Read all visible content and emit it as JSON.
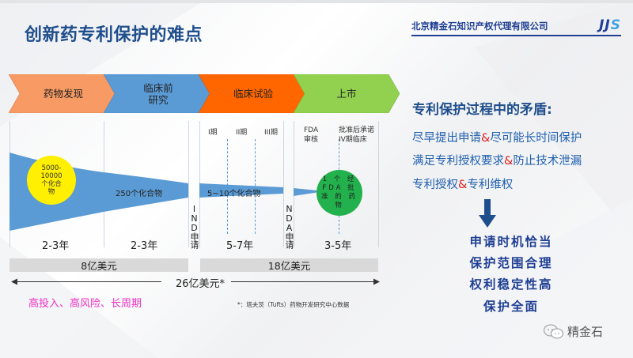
{
  "header": {
    "title": "创新药专利保护的难点",
    "company_name": "北京精金石知识产权代理有限公司",
    "company_logo": "JJS"
  },
  "stages": [
    {
      "label": "药物发现",
      "color": "#f79a63"
    },
    {
      "label": "临床前\n研究",
      "color": "#5b9bd5"
    },
    {
      "label": "临床试验",
      "color": "#ff6600"
    },
    {
      "label": "上市",
      "color": "#92d050"
    }
  ],
  "clinical_phases": [
    "I期",
    "II期",
    "III期"
  ],
  "market_phases": [
    "FDA\n审核",
    "批准后承诺\nIV期临床"
  ],
  "funnel": {
    "discovery": "5000-\n10000\n个化合\n物",
    "preclinical": "250个化合物",
    "clinical": "5~10个化合物",
    "approved": "1 个 经\nFDA 批\n准 的 药\n物",
    "ind_label": "IND申请",
    "nda_label": "NDA申请"
  },
  "durations": [
    "2-3年",
    "2-3年",
    "5-7年",
    "3-5年"
  ],
  "costs": {
    "early": "8亿美元",
    "late": "18亿美元",
    "total": "26亿美元*"
  },
  "risk_text": "高投入、高风险、长周期",
  "footnote": "*：塔夫茨（Tufts）药物开发研究中心数据",
  "right_panel": {
    "title": "专利保护过程中的矛盾:",
    "conflicts": [
      {
        "a": "尽早提出申请",
        "amp": "&",
        "b": "尽可能长时间保护"
      },
      {
        "a": "满足专利授权要求",
        "amp": "&",
        "b": "防止技术泄漏"
      },
      {
        "a": "专利授权",
        "amp": "&",
        "b": "专利维权"
      }
    ],
    "goals": [
      "申请时机恰当",
      "保护范围合理",
      "权利稳定性高",
      "保护全面"
    ]
  },
  "wechat": {
    "name": "精金石",
    "icon": "wechat-icon"
  },
  "colors": {
    "title_blue": "#1f4e8c",
    "funnel_blue": "#5b9bd5",
    "risk_pink": "#ee2fc4",
    "amp_red": "#e02020",
    "yellow": "#ffef00",
    "green": "#22b14c"
  }
}
